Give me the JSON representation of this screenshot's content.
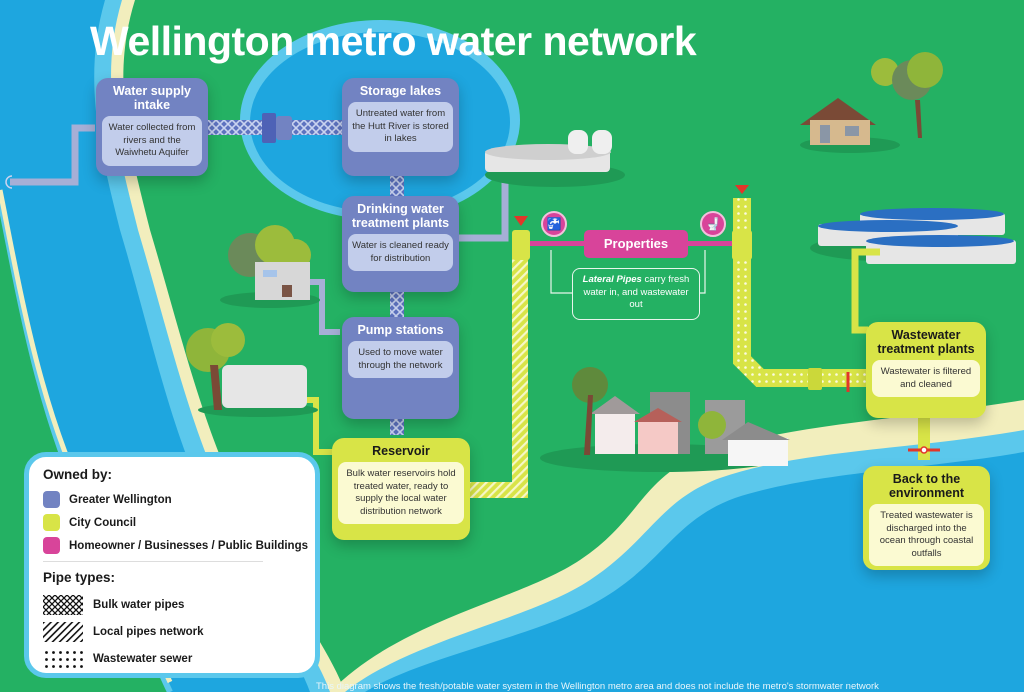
{
  "title": "Wellington metro water network",
  "colors": {
    "greater_wellington": "#7283c2",
    "city_council": "#d8e447",
    "homeowner": "#d8449a",
    "land": "#24b163",
    "water": "#1ea6df",
    "shore": "#f2eebd"
  },
  "stages": {
    "intake": {
      "title": "Water supply intake",
      "body": "Water collected from rivers and the Waiwhetu Aquifer"
    },
    "storage": {
      "title": "Storage lakes",
      "body": "Untreated water from the Hutt River is stored in lakes"
    },
    "treatment": {
      "title": "Drinking water treatment plants",
      "body": "Water is cleaned ready for distribution"
    },
    "pump": {
      "title": "Pump stations",
      "body": "Used to move water through the network"
    },
    "reservoir": {
      "title": "Reservoir",
      "body": "Bulk water reservoirs hold treated water, ready to supply the local water distribution network"
    },
    "wastewater": {
      "title": "Wastewater treatment plants",
      "body": "Wastewater is filtered and cleaned"
    },
    "environment": {
      "title": "Back to the environment",
      "body": "Treated wastewater is discharged into the ocean through coastal outfalls"
    }
  },
  "properties": {
    "label": "Properties",
    "lateral_bold": "Lateral Pipes",
    "lateral_rest": " carry fresh water in, and wastewater out",
    "tap_icon": "tap-icon",
    "toilet_icon": "toilet-icon"
  },
  "legend": {
    "owned_heading": "Owned by:",
    "owners": [
      {
        "label": "Greater Wellington",
        "color": "#7283c2"
      },
      {
        "label": "City Council",
        "color": "#d8e447"
      },
      {
        "label": "Homeowner / Businesses / Public Buildings",
        "color": "#d8449a"
      }
    ],
    "pipes_heading": "Pipe types:",
    "pipes": [
      {
        "label": "Bulk water pipes",
        "pattern": "crosshatch"
      },
      {
        "label": "Local pipes network",
        "pattern": "diagonal-stripes"
      },
      {
        "label": "Wastewater sewer",
        "pattern": "dots"
      }
    ]
  },
  "footer": "This diagram shows the fresh/potable water system in the Wellington metro area and does not include the metro's stormwater network"
}
